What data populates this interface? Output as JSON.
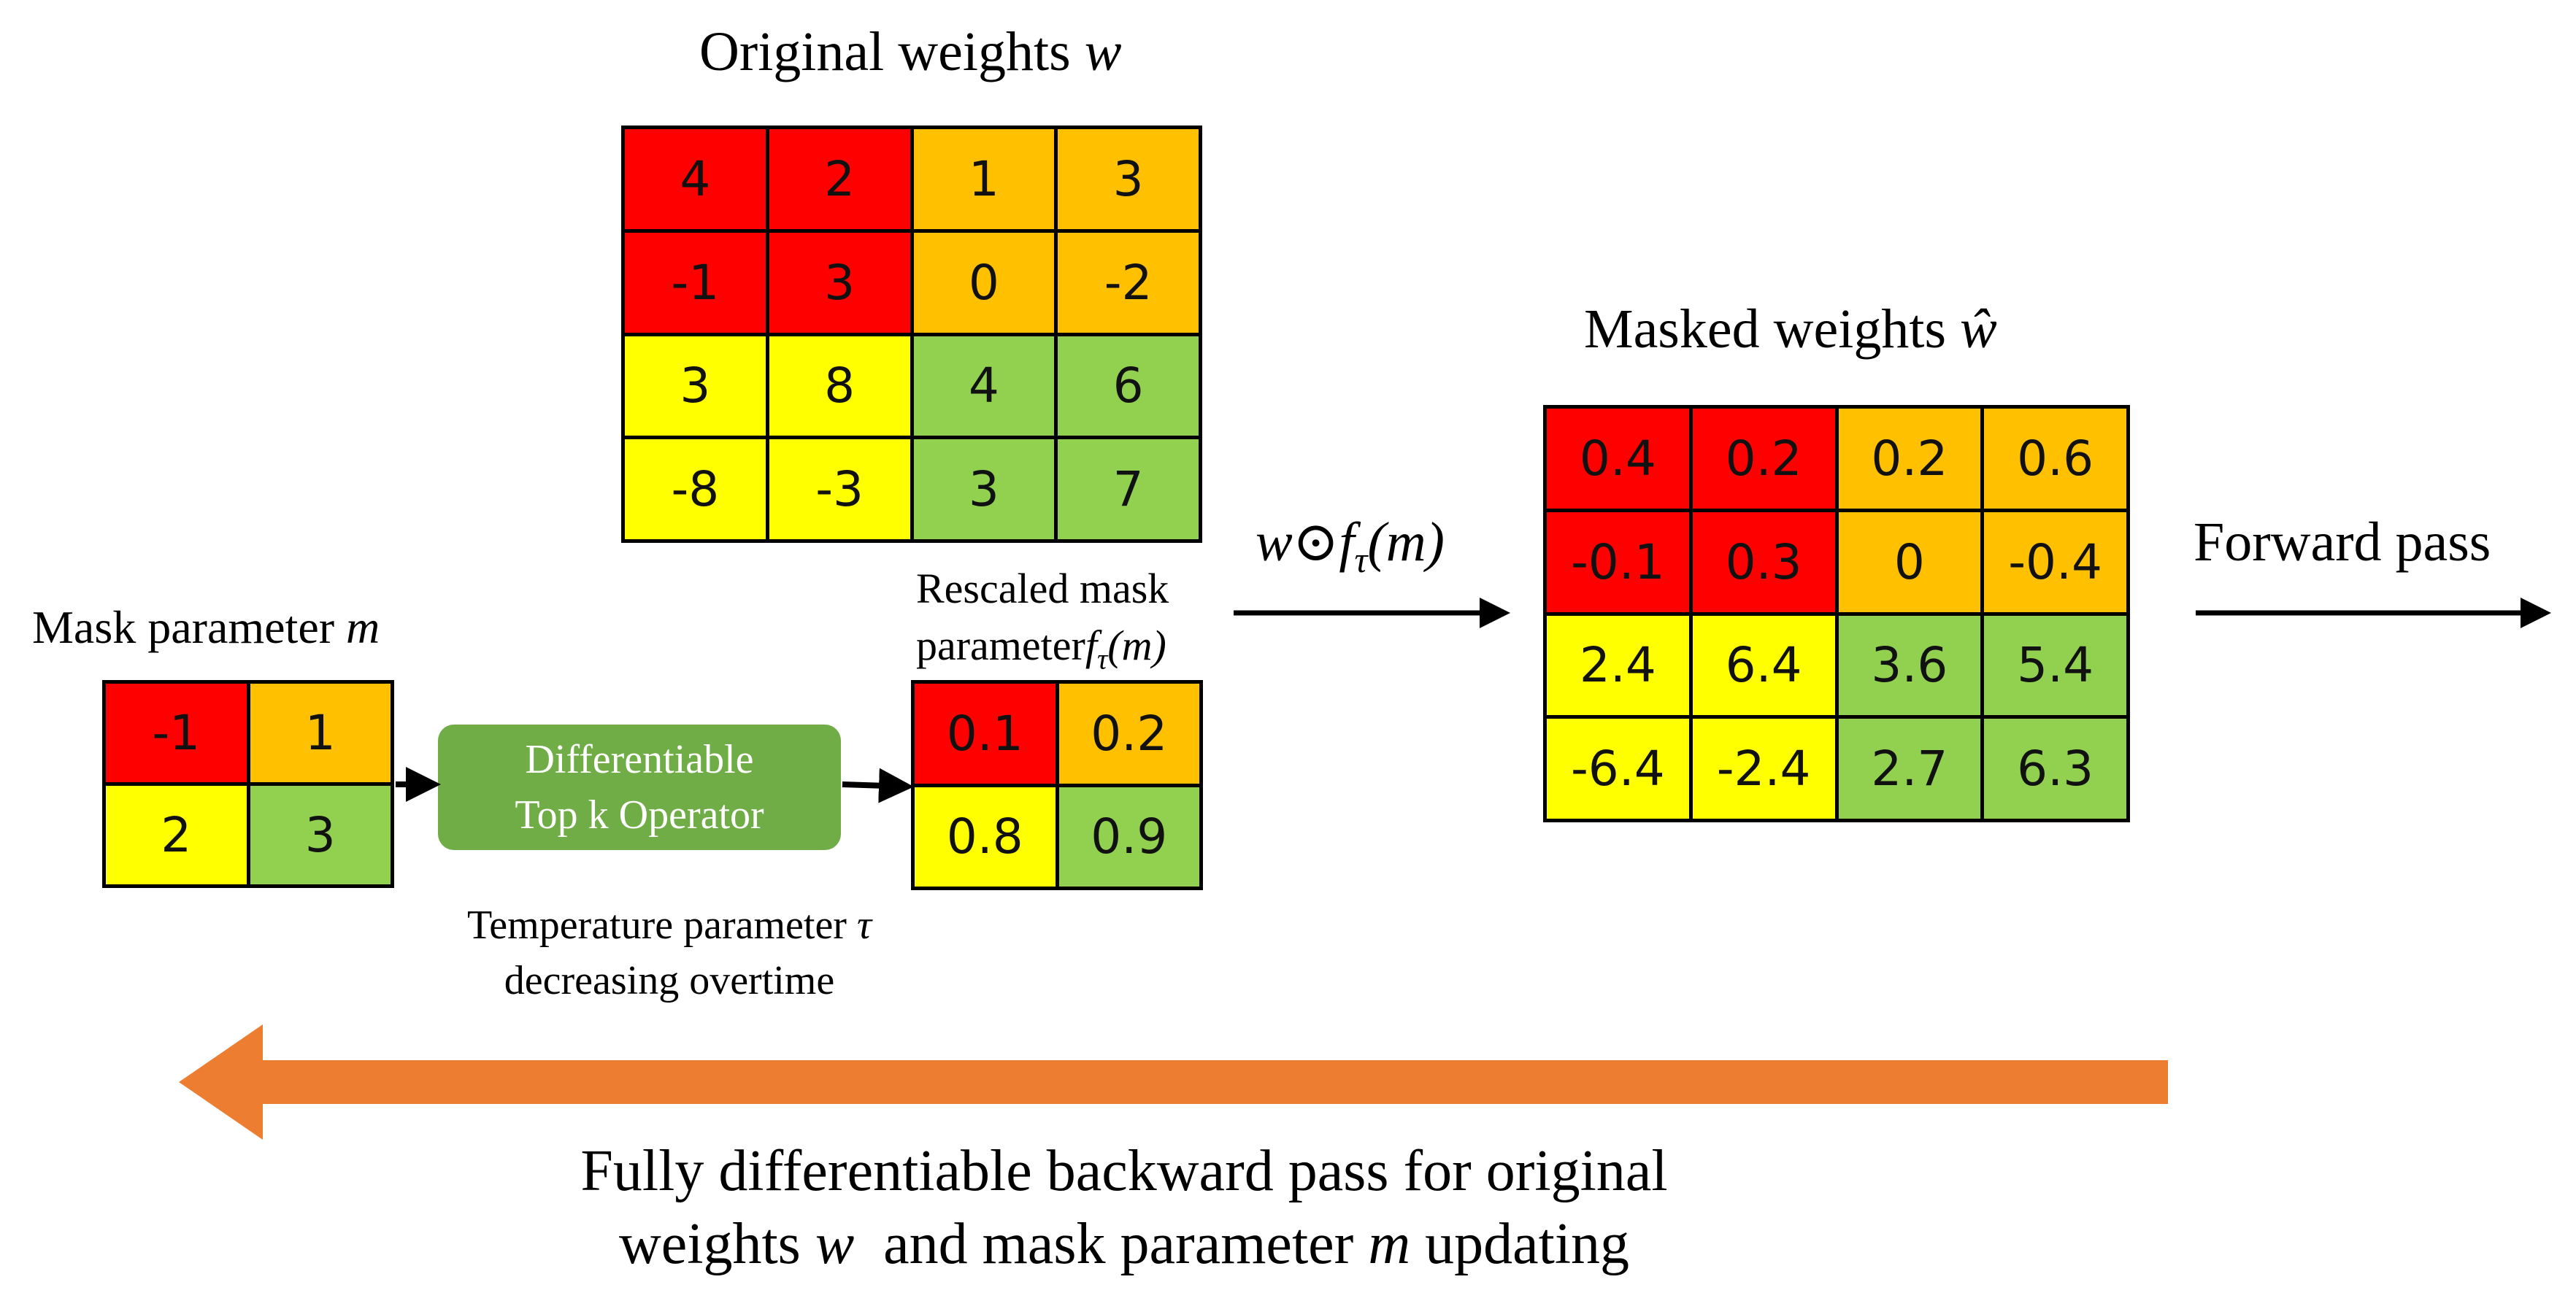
{
  "original_weights": {
    "title": "Original weights",
    "symbol": "w",
    "rows": [
      [
        "4",
        "2",
        "1",
        "3"
      ],
      [
        "-1",
        "3",
        "0",
        "-2"
      ],
      [
        "3",
        "8",
        "4",
        "6"
      ],
      [
        "-8",
        "-3",
        "3",
        "7"
      ]
    ]
  },
  "mask_parameter": {
    "title": "Mask parameter",
    "symbol": "m",
    "rows": [
      [
        "-1",
        "1"
      ],
      [
        "2",
        "3"
      ]
    ]
  },
  "operator": {
    "line1": "Differentiable",
    "line2": "Top k Operator",
    "caption_line1": "Temperature parameter",
    "caption_symbol": "τ",
    "caption_line2": "decreasing overtime"
  },
  "rescaled_mask": {
    "title_line1": "Rescaled mask",
    "title_line2": "parameter",
    "symbol": "f",
    "subscript": "τ",
    "argument": "(m)",
    "rows": [
      [
        "0.1",
        "0.2"
      ],
      [
        "0.8",
        "0.9"
      ]
    ]
  },
  "product": {
    "w": "w",
    "odot": "⊙",
    "f": "f",
    "subscript": "τ",
    "argument": "(m)"
  },
  "masked_weights": {
    "title": "Masked weights",
    "symbol": "ŵ",
    "rows": [
      [
        "0.4",
        "0.2",
        "0.2",
        "0.6"
      ],
      [
        "-0.1",
        "0.3",
        "0",
        "-0.4"
      ],
      [
        "2.4",
        "6.4",
        "3.6",
        "5.4"
      ],
      [
        "-6.4",
        "-2.4",
        "2.7",
        "6.3"
      ]
    ]
  },
  "forward_pass": {
    "label": "Forward pass"
  },
  "backward_pass": {
    "line1": "Fully differentiable backward pass for original",
    "line2_a": "weights",
    "line2_w": "w",
    "line2_b": "and mask parameter",
    "line2_m": "m",
    "line2_c": "updating"
  },
  "colors": {
    "red": "#ff0000",
    "orange": "#ffc000",
    "yellow": "#ffff00",
    "green": "#92d050",
    "operator_green": "#70ad47",
    "backward_arrow": "#ed7d31"
  }
}
